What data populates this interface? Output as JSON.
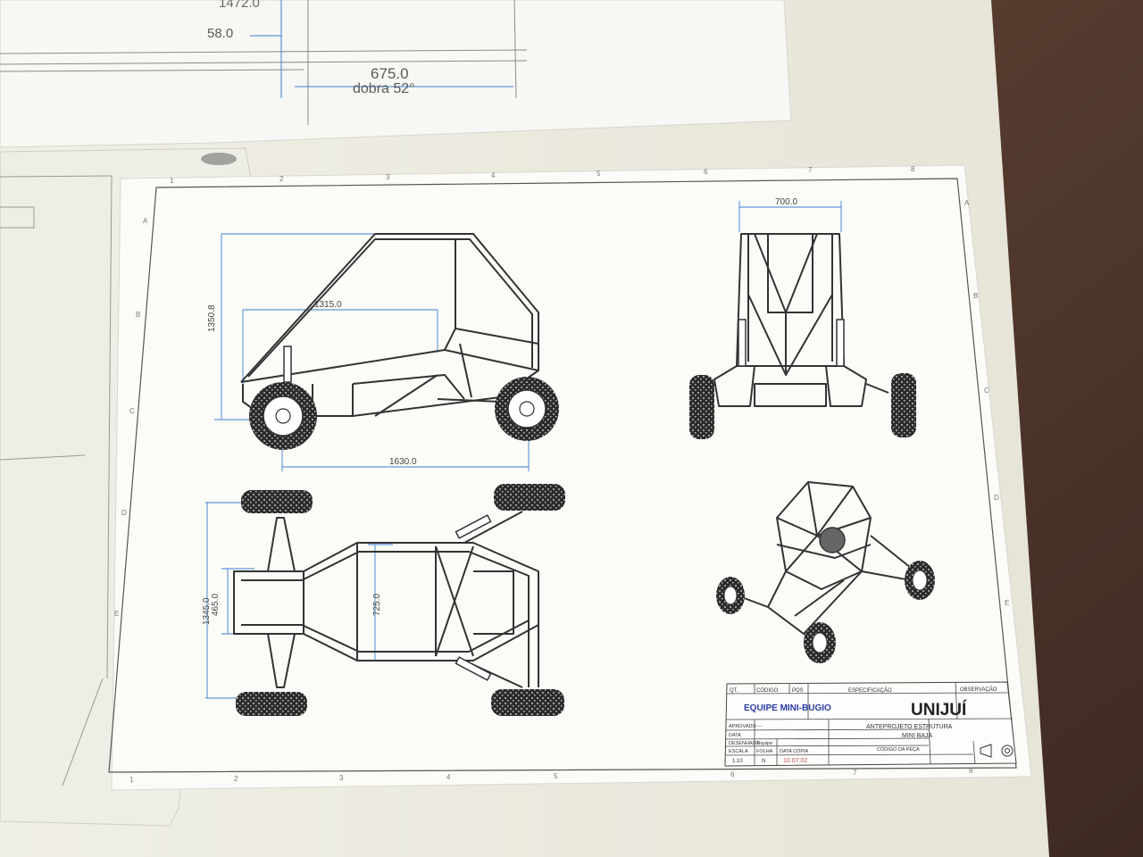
{
  "top_sheet": {
    "dim_a": "1472.0",
    "dim_b": "58.0",
    "dim_c": "675.0",
    "bend_note": "dobra 52°"
  },
  "drawing": {
    "zone_columns": [
      "1",
      "2",
      "3",
      "4",
      "5",
      "6",
      "7",
      "8"
    ],
    "zone_rows": [
      "A",
      "B",
      "C",
      "D",
      "E"
    ],
    "side_view": {
      "height_dim": "1350.8",
      "cabin_dim": "1315.0",
      "wheelbase_dim": "1630.0"
    },
    "front_view": {
      "width_dim": "700.0"
    },
    "top_view": {
      "track_dim": "1345.0",
      "inner_dim": "465.0",
      "frame_dim": "725.0"
    },
    "title_block": {
      "col_qt": "QT.",
      "col_code": "CÓDIGO",
      "col_pos": "POS",
      "col_spec": "ESPECIFICAÇÃO",
      "col_obs": "OBSERVAÇÃO",
      "team": "EQUIPE MINI-BUGIO",
      "institution": "UNIJUÍ",
      "approved_label": "APROVADO",
      "approved_value": "---",
      "date_label": "DATA",
      "drawn_label": "DESENHADO",
      "drawn_value": "Equipe",
      "scale_label": "ESCALA",
      "sheet_label": "FOLHA",
      "copy_date_label": "DATA CÓPIA",
      "project_title": "ANTEPROJETO ESTRUTURA",
      "project_subtitle": "MINI BAJA",
      "part_code_label": "CÓDIGO DA PEÇA",
      "scale_value": "1:10",
      "sheet_value": "N",
      "copy_date_value": "10.07.02"
    }
  },
  "colors": {
    "dimension_blue": "#3b7fd0",
    "team_blue": "#2c3aa8",
    "copy_date_red": "#c05050"
  }
}
